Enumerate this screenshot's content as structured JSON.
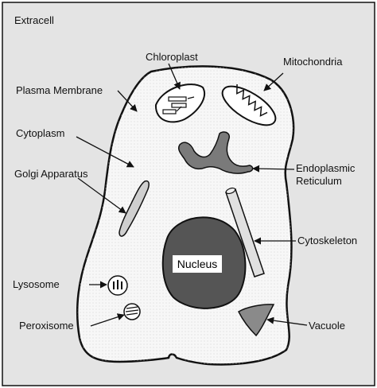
{
  "title": "Extracell",
  "labels": {
    "chloroplast": "Chloroplast",
    "mitochondria": "Mitochondria",
    "plasma_membrane": "Plasma Membrane",
    "cytoplasm": "Cytoplasm",
    "golgi": "Golgi Apparatus",
    "er_line1": "Endoplasmic",
    "er_line2": "Reticulum",
    "cytoskeleton": "Cytoskeleton",
    "nucleus": "Nucleus",
    "lysosome": "Lysosome",
    "peroxisome": "Peroxisome",
    "vacuole": "Vacuole"
  },
  "colors": {
    "background": "#e4e4e4",
    "cell": "#f7f7f7",
    "outline": "#111111",
    "nucleus": "#555555",
    "er": "#7a7a7a",
    "vacuole": "#8a8a8a",
    "label_box": "#ffffff"
  }
}
